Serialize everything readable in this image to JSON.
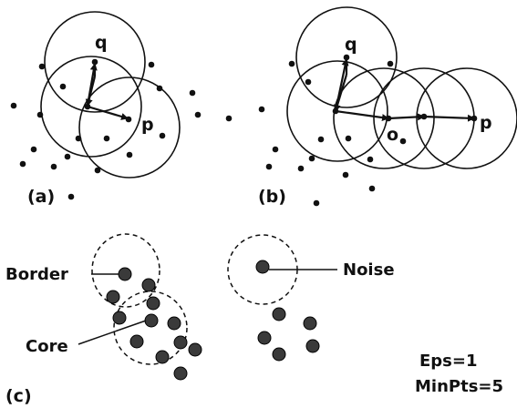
{
  "panels": {
    "a": {
      "tag": "(a)",
      "q": "q",
      "p": "p"
    },
    "b": {
      "tag": "(b)",
      "q": "q",
      "o": "o",
      "p": "p"
    },
    "c": {
      "tag": "(c)",
      "border": "Border",
      "core": "Core",
      "noise": "Noise"
    }
  },
  "params": {
    "eps": "Eps=1",
    "minpts": "MinPts=5"
  },
  "colors": {
    "ink": "#111111",
    "dot_fill": "#3a3a3a",
    "background": "#ffffff"
  }
}
